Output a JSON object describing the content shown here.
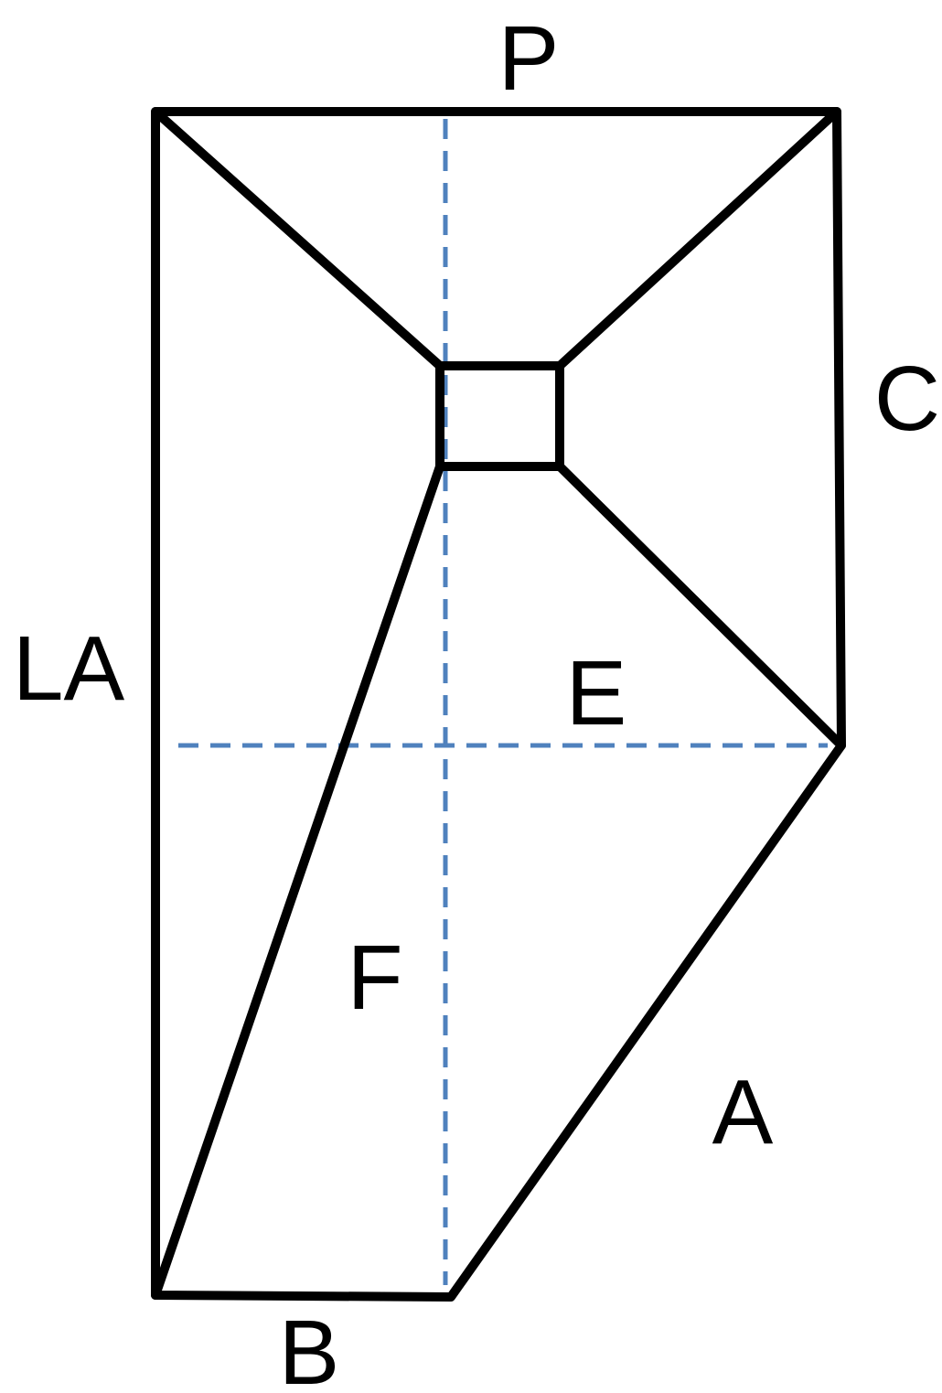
{
  "colors": {
    "outline": "#000000",
    "guide": "#4f81bd",
    "background": "#ffffff"
  },
  "labels": {
    "top": "P",
    "right_upper": "C",
    "left": "LA",
    "center": "E",
    "center_lower": "F",
    "right_lower": "A",
    "bottom": "B"
  }
}
